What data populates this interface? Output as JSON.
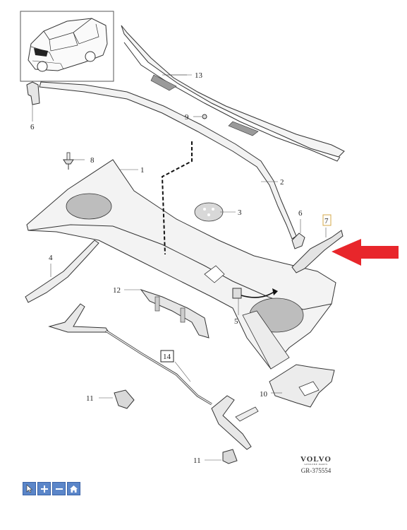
{
  "diagram": {
    "callouts": {
      "c1": "1",
      "c2": "2",
      "c3": "3",
      "c4": "4",
      "c5": "5",
      "c6a": "6",
      "c6b": "6",
      "c7": "7",
      "c8": "8",
      "c9": "9",
      "c10": "10",
      "c11a": "11",
      "c11b": "11",
      "c12": "12",
      "c13": "13",
      "c14": "14"
    },
    "highlight_color": "#e8262b",
    "callout_box_color": "#d4a84a"
  },
  "brand": {
    "logo": "VOLVO",
    "tagline": "GENUINE PARTS",
    "code": "GR-375554"
  },
  "toolbar": {
    "buttons": [
      "cursor-icon",
      "zoom-in-icon",
      "zoom-out-icon",
      "home-icon"
    ]
  }
}
